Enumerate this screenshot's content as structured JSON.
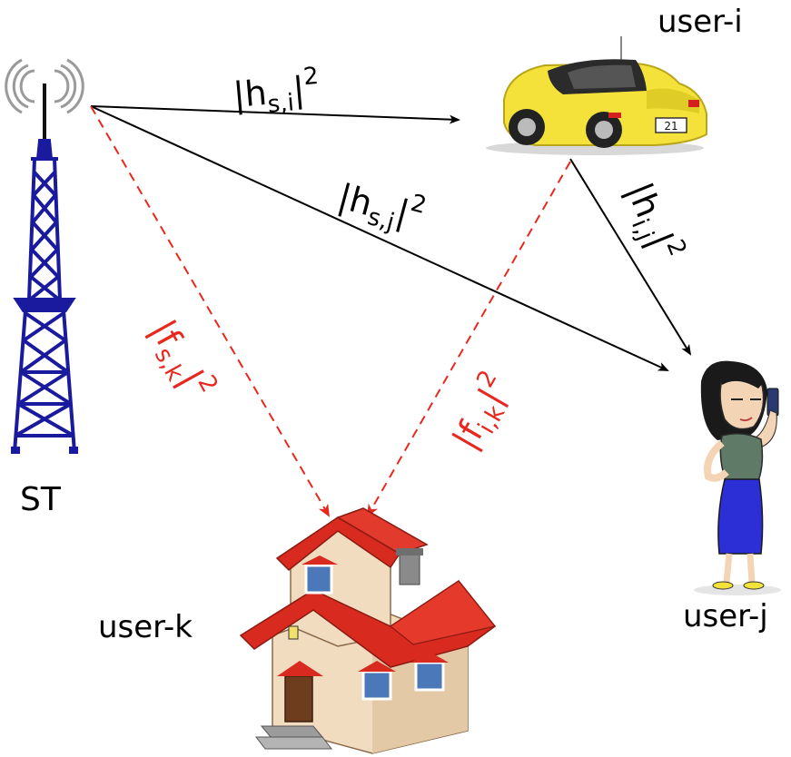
{
  "nodes": {
    "st": {
      "label": "ST"
    },
    "user_i": {
      "label": "user-i"
    },
    "user_j": {
      "label": "user-j"
    },
    "user_k": {
      "label": "user-k"
    }
  },
  "links": {
    "h_si": {
      "pipe": "|",
      "base": "h",
      "sub": "s,i",
      "pipe2": "|",
      "sup": "2",
      "color": "#000000"
    },
    "h_sj": {
      "pipe": "|",
      "base": "h",
      "sub": "s,j",
      "pipe2": "|",
      "sup": "2",
      "color": "#000000"
    },
    "h_ij": {
      "pipe": "|",
      "base": "h",
      "sub": "i,j",
      "pipe2": "|",
      "sup": "2",
      "color": "#000000"
    },
    "f_sk": {
      "pipe": "|",
      "base": "f",
      "sub": "s,k",
      "pipe2": "|",
      "sup": "2",
      "color": "#e8281e"
    },
    "f_ik": {
      "pipe": "|",
      "base": "f",
      "sub": "i,k",
      "pipe2": "|",
      "sup": "2",
      "color": "#e8281e"
    }
  },
  "car": {
    "plate": "21"
  },
  "colors": {
    "tower": "#1a1a9e",
    "interference": "#e8281e",
    "signal": "#000000"
  }
}
